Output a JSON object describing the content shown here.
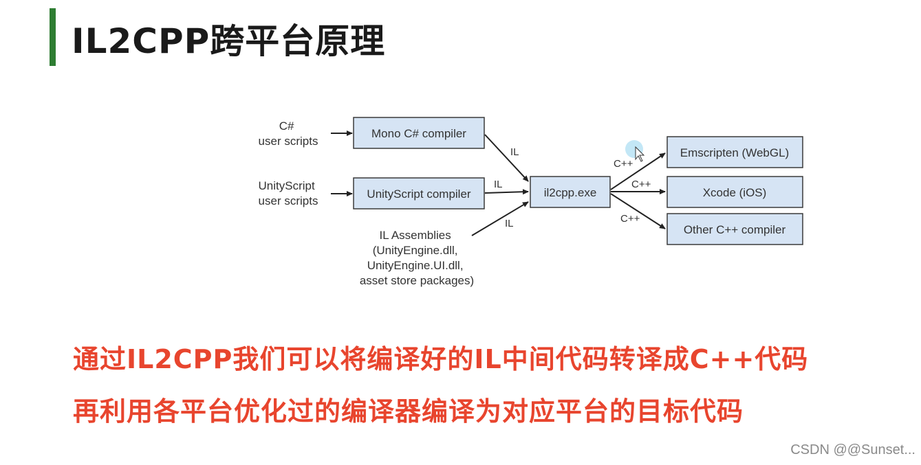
{
  "title": "IL2CPP跨平台原理",
  "diagram": {
    "inputs": {
      "csharp": [
        "C#",
        "user scripts"
      ],
      "unityscript": [
        "UnityScript",
        "user scripts"
      ],
      "assemblies": [
        "IL Assemblies",
        "(UnityEngine.dll,",
        "UnityEngine.UI.dll,",
        "asset store packages)"
      ]
    },
    "compilers": {
      "mono": "Mono C# compiler",
      "unityscript": "UnityScript compiler"
    },
    "center": "il2cpp.exe",
    "targets": {
      "emscripten": "Emscripten (WebGL)",
      "xcode": "Xcode (iOS)",
      "other": "Other C++ compiler"
    },
    "edge_labels": {
      "il_1": "IL",
      "il_2": "IL",
      "il_3": "IL",
      "cpp_1": "C++",
      "cpp_2": "C++",
      "cpp_3": "C++"
    }
  },
  "description": {
    "line1": "通过IL2CPP我们可以将编译好的IL中间代码转译成C++代码",
    "line2": "再利用各平台优化过的编译器编译为对应平台的目标代码"
  },
  "watermark": "CSDN @@Sunset..."
}
